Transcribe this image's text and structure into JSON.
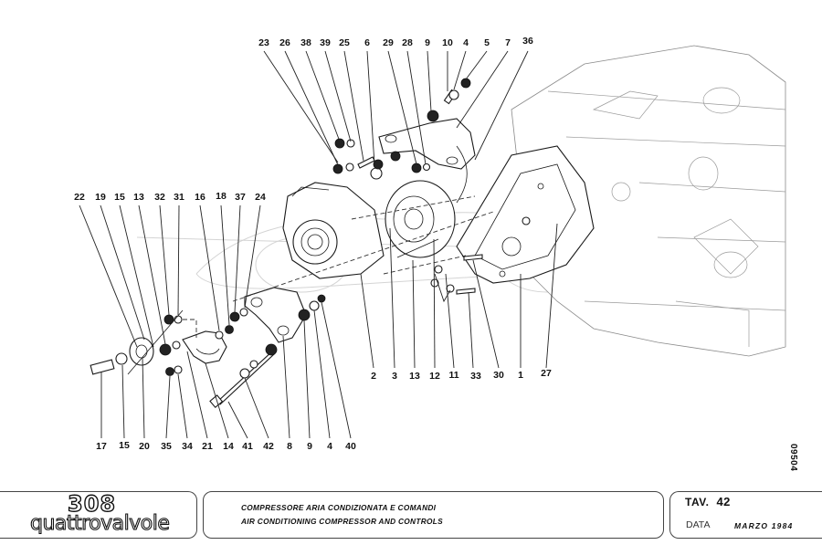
{
  "drawing": {
    "number_vertical": "09504",
    "callouts_top": [
      "23",
      "26",
      "38",
      "39",
      "25",
      "6",
      "29",
      "28",
      "9",
      "10",
      "4",
      "5",
      "7",
      "36"
    ],
    "callouts_left": [
      "22",
      "19",
      "15",
      "13",
      "32",
      "31",
      "16",
      "18",
      "37",
      "24"
    ],
    "callouts_bottom_left": [
      "17",
      "15",
      "20",
      "35",
      "34",
      "21",
      "14",
      "41",
      "42",
      "8",
      "9",
      "4",
      "40"
    ],
    "callouts_bottom_right": [
      "2",
      "3",
      "13",
      "12",
      "11",
      "33",
      "30",
      "1",
      "27"
    ]
  },
  "title_block": {
    "logo_model": "308",
    "logo_variant": "quattrovalvole",
    "description_it": "COMPRESSORE ARIA CONDIZIONATA E COMANDI",
    "description_en": "AIR CONDITIONING COMPRESSOR AND CONTROLS",
    "tav_label": "TAV.",
    "tav_number": "42",
    "date_label": "DATA",
    "date_value": "MARZO  1984"
  }
}
